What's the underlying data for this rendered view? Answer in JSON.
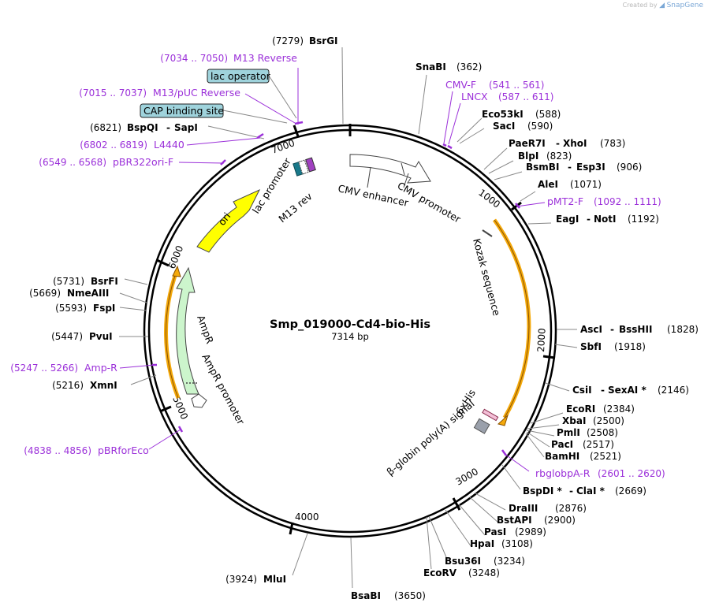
{
  "credit": {
    "prefix": "Created by",
    "brand": "SnapGene"
  },
  "plasmid": {
    "name": "Smp_019000-Cd4-bio-His",
    "length_label": "7314 bp"
  },
  "ticks": [
    "1000",
    "2000",
    "3000",
    "4000",
    "5000",
    "6000",
    "7000"
  ],
  "sites": [
    {
      "name": "BsrGI",
      "pos": "(7279)"
    },
    {
      "name": "SnaBI",
      "pos": "(362)"
    },
    {
      "name": "Eco53kI",
      "pos": "(588)"
    },
    {
      "name": "SacI",
      "pos": "(590)"
    },
    {
      "name": "PaeR7I",
      "name2": "XhoI",
      "pos": "(783)"
    },
    {
      "name": "BlpI",
      "pos": "(823)"
    },
    {
      "name": "BsmBI",
      "name2": "Esp3I",
      "pos": "(906)"
    },
    {
      "name": "AleI",
      "pos": "(1071)"
    },
    {
      "name": "EagI",
      "name2": "NotI",
      "pos": "(1192)"
    },
    {
      "name": "AscI",
      "name2": "BssHII",
      "pos": "(1828)"
    },
    {
      "name": "SbfI",
      "pos": "(1918)"
    },
    {
      "name": "CsiI",
      "name2": "SexAI *",
      "pos": "(2146)"
    },
    {
      "name": "EcoRI",
      "pos": "(2384)"
    },
    {
      "name": "XbaI",
      "pos": "(2500)"
    },
    {
      "name": "PmlI",
      "pos": "(2508)"
    },
    {
      "name": "PacI",
      "pos": "(2517)"
    },
    {
      "name": "BamHI",
      "pos": "(2521)"
    },
    {
      "name": "BspDI *",
      "name2": "ClaI *",
      "pos": "(2669)"
    },
    {
      "name": "DraIII",
      "pos": "(2876)"
    },
    {
      "name": "BstAPI",
      "pos": "(2900)"
    },
    {
      "name": "PasI",
      "pos": "(2989)"
    },
    {
      "name": "HpaI",
      "pos": "(3108)"
    },
    {
      "name": "Bsu36I",
      "pos": "(3234)"
    },
    {
      "name": "EcoRV",
      "pos": "(3248)"
    },
    {
      "name": "BsaBI",
      "pos": "(3650)"
    },
    {
      "name": "MluI",
      "pos": "(3924)"
    },
    {
      "name": "XmnI",
      "pos": "(5216)"
    },
    {
      "name": "PvuI",
      "pos": "(5447)"
    },
    {
      "name": "FspI",
      "pos": "(5593)"
    },
    {
      "name": "NmeAIII",
      "pos": "(5669)"
    },
    {
      "name": "BsrFI",
      "pos": "(5731)"
    },
    {
      "name": "BspQI",
      "name2": "SapI",
      "pos": "(6821)"
    }
  ],
  "primers": [
    {
      "name": "M13 Reverse",
      "range": "(7034 .. 7050)"
    },
    {
      "name": "M13/pUC Reverse",
      "range": "(7015 .. 7037)"
    },
    {
      "name": "L4440",
      "range": "(6802 .. 6819)"
    },
    {
      "name": "pBR322ori-F",
      "range": "(6549 .. 6568)"
    },
    {
      "name": "CMV-F",
      "range": "(541 .. 561)"
    },
    {
      "name": "LNCX",
      "range": "(587 .. 611)"
    },
    {
      "name": "pMT2-F",
      "range": "(1092 .. 1111)"
    },
    {
      "name": "rbglobpA-R",
      "range": "(2601 .. 2620)"
    },
    {
      "name": "Amp-R",
      "range": "(5247 .. 5266)"
    },
    {
      "name": "pBRforEco",
      "range": "(4838 .. 4856)"
    }
  ],
  "boxes": [
    {
      "name": "lac operator",
      "color": "#9fd3dc"
    },
    {
      "name": "CAP binding site",
      "color": "#9fd3dc"
    }
  ],
  "features": [
    {
      "name": "CMV enhancer",
      "color": "#ffffff"
    },
    {
      "name": "CMV promoter",
      "color": "#ffffff"
    },
    {
      "name": "Kozak sequence",
      "color": "#ffffff"
    },
    {
      "name": "6xHis",
      "color": "#ffffff"
    },
    {
      "name": "β-globin poly(A) signal",
      "color": "#9aa0ab"
    },
    {
      "name": "AmpR",
      "color": "#ccf5cc"
    },
    {
      "name": "AmpR promoter",
      "color": "#ffffff"
    },
    {
      "name": "ori",
      "color": "#ffff00"
    },
    {
      "name": "lac promoter",
      "color": "#ffffff"
    },
    {
      "name": "M13 rev",
      "color": "#ffffff"
    }
  ],
  "colors": {
    "primer": "#9b30d9",
    "orf": "#f4a90b",
    "backbone": "#000000"
  }
}
